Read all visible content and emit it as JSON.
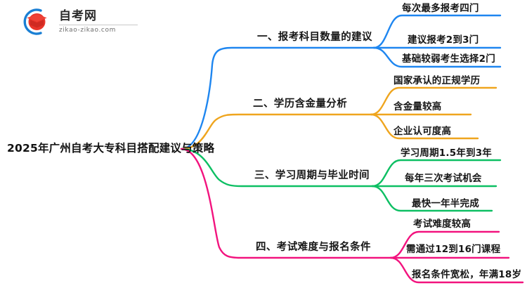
{
  "logo": {
    "title": "自考网",
    "domain": "zikao-zikao.com",
    "mark_outer_color": "#1a7fd4",
    "mark_inner_color": "#e8342a"
  },
  "mindmap": {
    "root": {
      "label": "2025年广州自考大专科目搭配建议与策略"
    },
    "branches": [
      {
        "label": "一、报考科目数量的建议",
        "color": "#1e86f0",
        "leaves": [
          {
            "label": "每次最多报考四门"
          },
          {
            "label": "建议报考2到3门"
          },
          {
            "label": "基础较弱考生选择2门"
          }
        ]
      },
      {
        "label": "二、学历含金量分析",
        "color": "#efa51e",
        "leaves": [
          {
            "label": "国家承认的正规学历"
          },
          {
            "label": "含金量较高"
          },
          {
            "label": "企业认可度高"
          }
        ]
      },
      {
        "label": "三、学习周期与毕业时间",
        "color": "#0dbf63",
        "leaves": [
          {
            "label": "学习周期1.5年到3年"
          },
          {
            "label": "每年三次考试机会"
          },
          {
            "label": "最快一年半完成"
          }
        ]
      },
      {
        "label": "四、考试难度与报名条件",
        "color": "#f2137e",
        "leaves": [
          {
            "label": "考试难度较高"
          },
          {
            "label": "需通过12到16门课程"
          },
          {
            "label": "报名条件宽松，年满18岁"
          }
        ]
      }
    ]
  }
}
